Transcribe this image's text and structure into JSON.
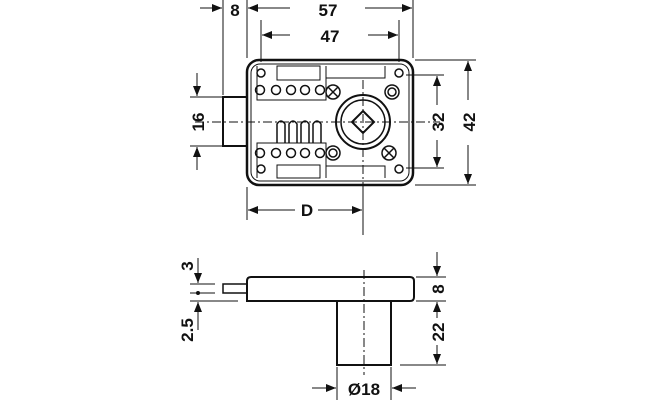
{
  "title": "Cabinet lock dimension drawing",
  "colors": {
    "line": "#111111",
    "background": "#ffffff"
  },
  "front_view": {
    "dimensions": {
      "bolt_projection": "8",
      "overall_width": "57",
      "screw_spacing_width": "47",
      "bolt_height": "16",
      "screw_spacing_height": "32",
      "overall_height": "42",
      "backset": "D"
    }
  },
  "side_view": {
    "dimensions": {
      "bolt_thickness": "3",
      "bolt_offset": "2.5",
      "case_thickness": "8",
      "cylinder_length": "22",
      "cylinder_diameter": "Ø18"
    }
  }
}
